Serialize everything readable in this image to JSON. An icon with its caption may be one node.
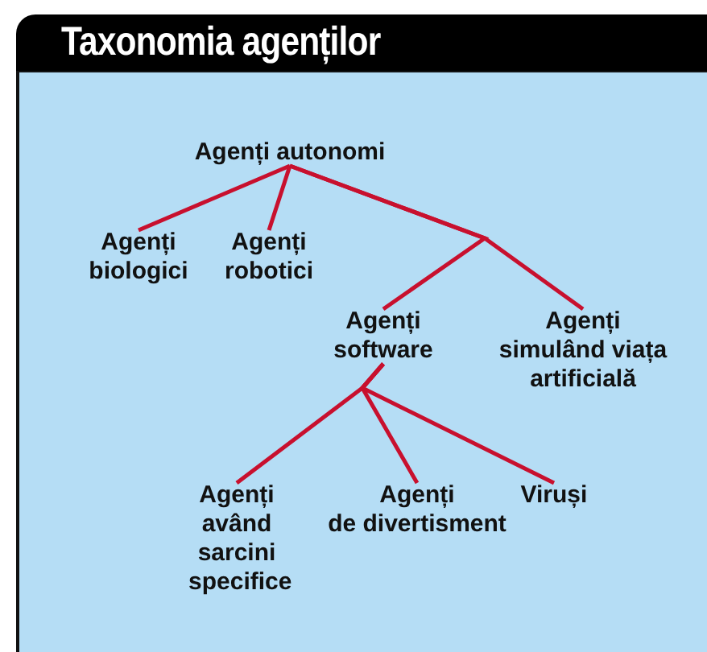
{
  "diagram": {
    "title": "Taxonomia agenților",
    "nodes": [
      {
        "text": [
          "Agenți autonomi"
        ]
      },
      {
        "text": [
          "Agenți biologici"
        ]
      },
      {
        "text": [
          "Agenți robotici"
        ]
      },
      {
        "text": [
          "Agenți software"
        ]
      },
      {
        "text": [
          "Agenți simulând viața artificială"
        ]
      },
      {
        "text": [
          "Agenți având sarcini specifice"
        ]
      },
      {
        "text": [
          "Agenți de divertisment"
        ]
      },
      {
        "text": [
          "Viruși"
        ]
      }
    ],
    "edges": [
      {
        "from": 0,
        "to": 1,
        "arrow": "none"
      },
      {
        "from": 0,
        "to": 2,
        "arrow": "none"
      },
      {
        "from": 0,
        "to": 3,
        "arrow": "none"
      },
      {
        "from": 0,
        "to": 4,
        "arrow": "none"
      },
      {
        "from": 3,
        "to": 5,
        "arrow": "none"
      },
      {
        "from": 3,
        "to": 6,
        "arrow": "none"
      },
      {
        "from": 3,
        "to": 7,
        "arrow": "none"
      }
    ]
  }
}
